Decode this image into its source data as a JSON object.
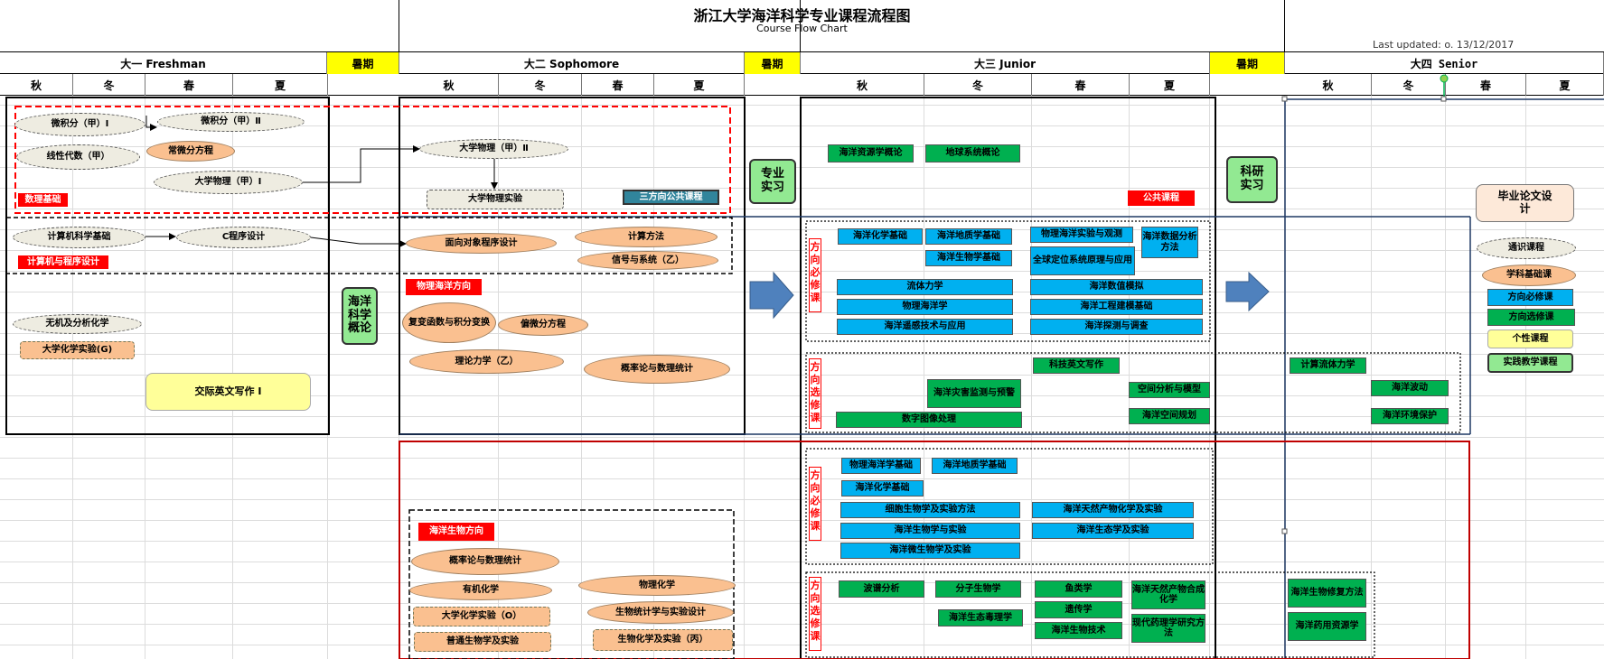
{
  "title": "浙江大学海洋科学专业课程流程图",
  "subtitle": "Course Flow Chart",
  "last_updated": "Last updated: o. 13/12/2017",
  "years": {
    "y1": "大一 Freshman",
    "summer1": "暑期",
    "y2": "大二 Sophomore",
    "summer2": "暑期",
    "y3": "大三 Junior",
    "summer3": "暑期",
    "y4": "大四 Senior"
  },
  "seasons": {
    "autumn": "秋",
    "winter": "冬",
    "spring": "春",
    "summer": "夏"
  },
  "labels": {
    "math_base": "数理基础",
    "cs_base": "计算机与程序设计",
    "three_dir": "三方向公共课程",
    "public_course": "公共课程",
    "phys_dir": "物理海洋方向",
    "bio_dir": "海洋生物方向",
    "dir_req": "方向必修课",
    "dir_elec": "方向选修课",
    "ocean_intro": "海洋科学概论",
    "prof_intern": "专业实习",
    "research_intern": "科研实习",
    "thesis": "毕业论文设计"
  },
  "legend": {
    "general": "通识课程",
    "subject_base": "学科基础课",
    "dir_required": "方向必修课",
    "dir_elective": "方向选修课",
    "personal": "个性课程",
    "practice": "实践教学课程"
  },
  "courses": {
    "calc1": "微积分（甲）Ⅰ",
    "calc2": "微积分（甲）Ⅱ",
    "linalg": "线性代数（甲）",
    "ode": "常微分方程",
    "phys1": "大学物理（甲）Ⅰ",
    "phys2": "大学物理（甲）Ⅱ",
    "physlab": "大学物理实验",
    "csbase": "计算机科学基础",
    "cprog": "C程序设计",
    "oop": "面向对象程序设计",
    "compmeth": "计算方法",
    "signals": "信号与系统（乙）",
    "inorg": "无机及分析化学",
    "chemlab_g": "大学化学实验(G)",
    "english": "交际英文写作 Ⅰ",
    "complex": "复变函数与积分变换",
    "pde": "偏微分方程",
    "theomech": "理论力学（乙）",
    "prob1": "概率论与数理统计",
    "ores": "海洋资源学概论",
    "earth": "地球系统概论",
    "ochem": "海洋化学基础",
    "ogeo": "海洋地质学基础",
    "obio": "海洋生物学基础",
    "pexp": "物理海洋实验与观测",
    "data": "海洋数据分析方法",
    "gps": "全球定位系统原理与应用",
    "fluid": "流体力学",
    "numsim": "海洋数值模拟",
    "physoc": "物理海洋学",
    "engmod": "海洋工程建模基础",
    "remote": "海洋遥感技术与应用",
    "survey": "海洋探测与调查",
    "scienglish": "科技英文写作",
    "disaster": "海洋灾害监测与预警",
    "spatial": "空间分析与模型",
    "image": "数字图像处理",
    "planning": "海洋空间规划",
    "cfd": "计算流体力学",
    "waves": "海洋波动",
    "envprot": "海洋环境保护",
    "b_physoc": "物理海洋学基础",
    "b_geo": "海洋地质学基础",
    "b_chem": "海洋化学基础",
    "cellbio": "细胞生物学及实验方法",
    "natprod": "海洋天然产物化学及实验",
    "marbio": "海洋生物学与实验",
    "ecology": "海洋生态学及实验",
    "micro": "海洋微生物学及实验",
    "spectral": "波谱分析",
    "molbio": "分子生物学",
    "ichthy": "鱼类学",
    "natprod_syn": "海洋天然产物合成化学",
    "toxic": "海洋生态毒理学",
    "genetics": "遗传学",
    "biotech": "海洋生物技术",
    "pharm": "现代药理学研究方法",
    "restore": "海洋生物修复方法",
    "drug": "海洋药用资源学",
    "prob2": "概率论与数理统计",
    "organic": "有机化学",
    "physchem": "物理化学",
    "chemlab_o": "大学化学实验（O）",
    "biostat": "生物统计学与实验设计",
    "genbio": "普通生物学及实验",
    "biochem": "生物化学及实验（丙）"
  }
}
